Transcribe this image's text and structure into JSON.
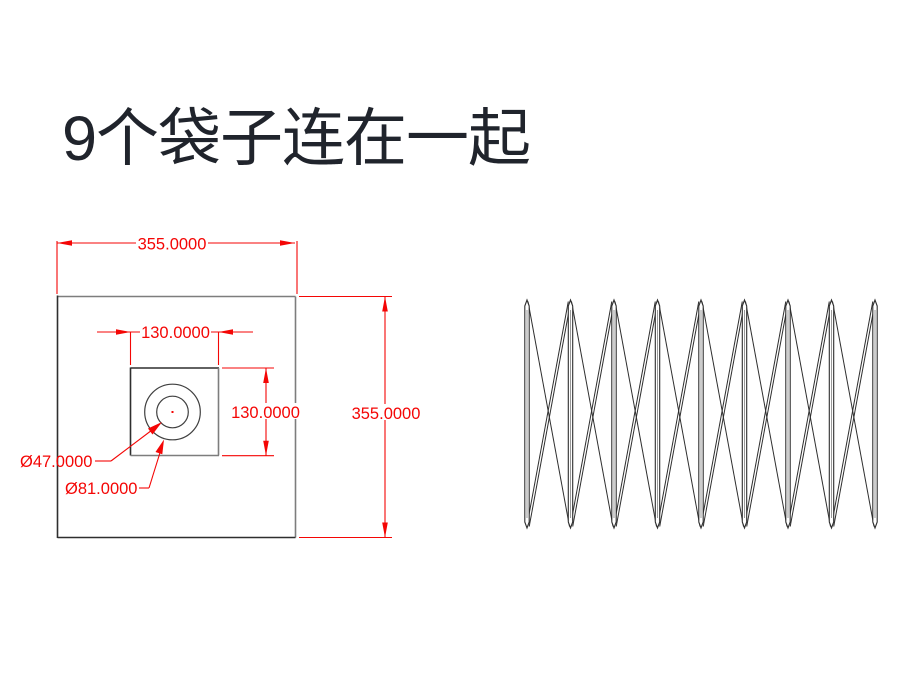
{
  "title": "9个袋子连在一起",
  "colors": {
    "dimension_red": "#f40605",
    "outline_dark": "#2e2e2e",
    "outline_gray": "#7d7d7d",
    "circle_stroke": "#3f3f3f",
    "title_text": "#20242c",
    "background": "#ffffff"
  },
  "plan_view": {
    "outer_width_label": "355.0000",
    "outer_height_label": "355.0000",
    "inner_width_label": "130.0000",
    "inner_height_label": "130.0000",
    "inner_circle_label": "Ø47.0000",
    "outer_circle_label": "Ø81.0000"
  },
  "side_view": {
    "bag_count": 9
  }
}
